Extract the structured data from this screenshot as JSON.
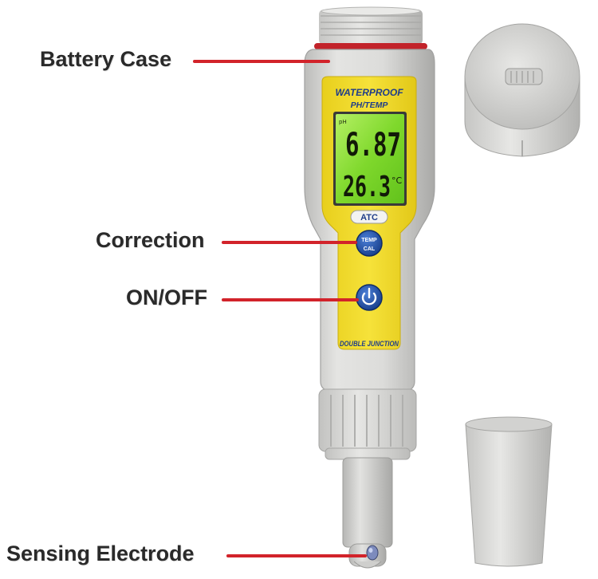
{
  "callouts": {
    "battery_case": "Battery Case",
    "correction": "Correction",
    "on_off": "ON/OFF",
    "sensing_electrode": "Sensing Electrode"
  },
  "meter": {
    "brand_line1": "WATERPROOF",
    "brand_line2": "PH/TEMP",
    "display_ph_unit": "pH",
    "display_ph_value": "6.87",
    "display_temp_value": "26.3",
    "display_temp_unit": "°C",
    "atc_label": "ATC",
    "cal_button_line1": "TEMP",
    "cal_button_line2": "CAL",
    "footer_label": "DOUBLE JUNCTION"
  },
  "colors": {
    "leader_red": "#d2232a",
    "panel_yellow": "#f3dd2e",
    "lcd_green": "#8fe33a",
    "button_blue": "#1f4fa6",
    "housing_grey": "#d6d6d4"
  },
  "icons": {
    "power_button": "power-icon"
  }
}
